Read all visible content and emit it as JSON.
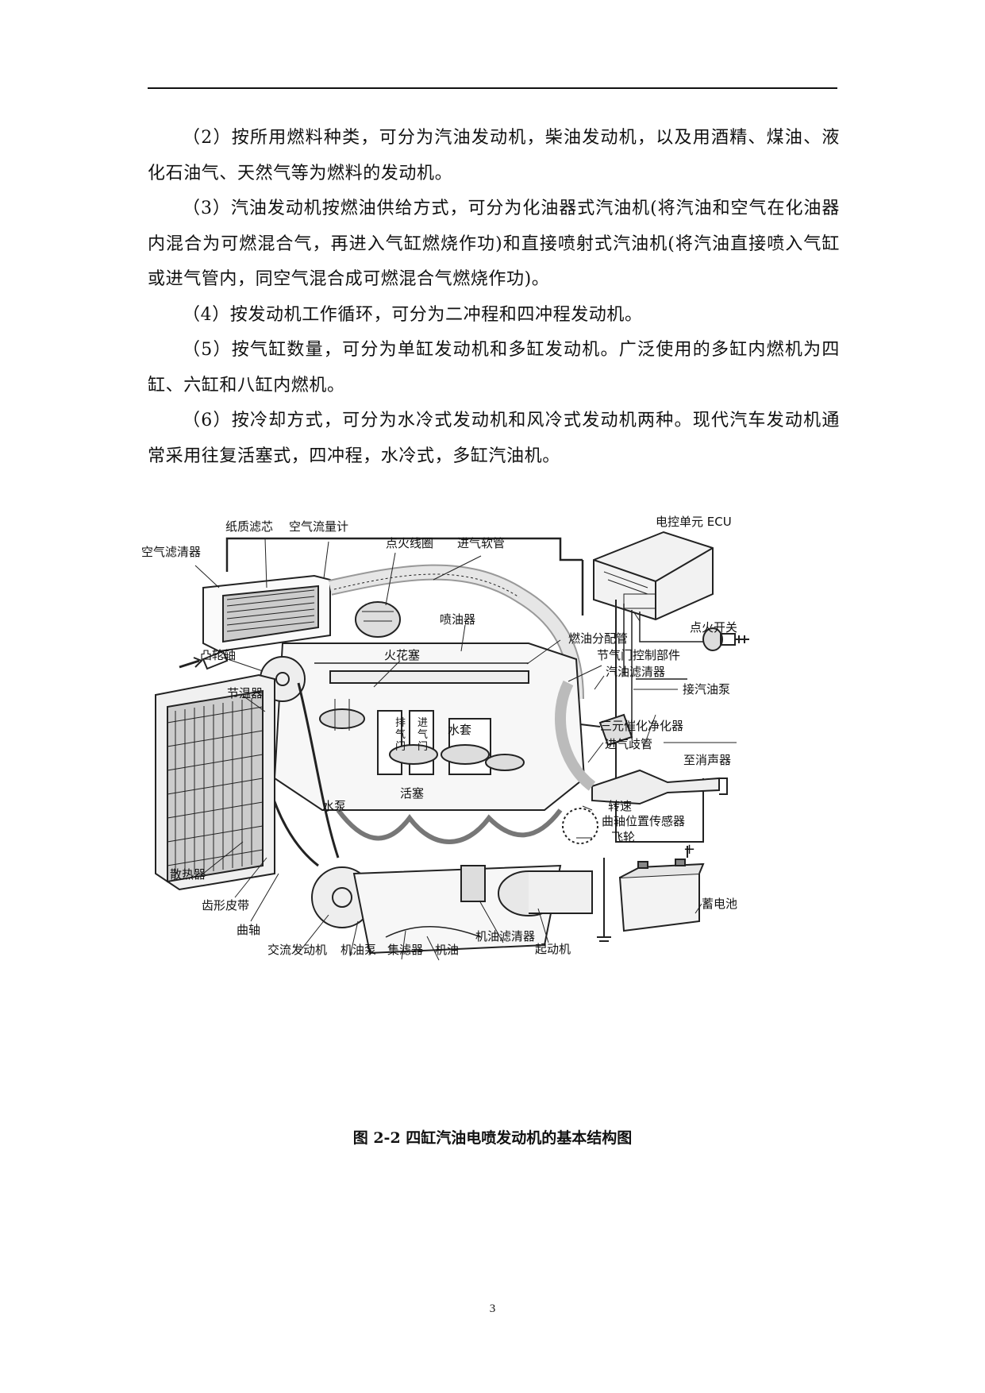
{
  "paragraphs": [
    "（2）按所用燃料种类，可分为汽油发动机，柴油发动机，以及用酒精、煤油、液化石油气、天然气等为燃料的发动机。",
    "（3）汽油发动机按燃油供给方式，可分为化油器式汽油机(将汽油和空气在化油器内混合为可燃混合气，再进入气缸燃烧作功)和直接喷射式汽油机(将汽油直接喷入气缸或进气管内，同空气混合成可燃混合气燃烧作功)。",
    "（4）按发动机工作循环，可分为二冲程和四冲程发动机。",
    "（5）按气缸数量，可分为单缸发动机和多缸发动机。广泛使用的多缸内燃机为四缸、六缸和八缸内燃机。",
    "（6）按冷却方式，可分为水冷式发动机和风冷式发动机两种。现代汽车发动机通常采用往复活塞式，四冲程，水冷式，多缸汽油机。"
  ],
  "figure": {
    "labels": {
      "ecu": "电控单元 ECU",
      "paper_filter": "纸质滤芯",
      "air_flow_meter": "空气流量计",
      "ignition_coil": "点火线圈",
      "intake_hose": "进气软管",
      "air_cleaner": "空气滤清器",
      "ignition_switch": "点火开关",
      "injector": "喷油器",
      "fuel_rail": "燃油分配管",
      "camshaft": "凸轮轴",
      "spark_plug": "火花塞",
      "throttle_part": "节气门控制部件",
      "fuel_filter": "汽油滤清器",
      "to_fuel_pump": "接汽油泵",
      "thermostat": "节温器",
      "exhaust_valve": "排气门",
      "intake_valve": "进气门",
      "water_jacket": "水套",
      "catalytic": "三元催化净化器",
      "intake_manifold": "进气歧管",
      "to_muffler": "至消声器",
      "piston": "活塞",
      "water_pump": "水泵",
      "speed_sensor_1": "转速",
      "speed_sensor_2": "曲轴位置传感器",
      "flywheel": "飞轮",
      "plus": "+",
      "radiator": "散热器",
      "battery": "蓄电池",
      "timing_belt": "齿形皮带",
      "crankshaft": "曲轴",
      "alternator": "交流发动机",
      "oil_pump": "机油泵",
      "strainer": "集滤器",
      "oil": "机油",
      "oil_filter": "机油滤清器",
      "starter": "起动机"
    }
  },
  "caption": "图 2-2  四缸汽油电喷发动机的基本结构图",
  "page_number": "3"
}
